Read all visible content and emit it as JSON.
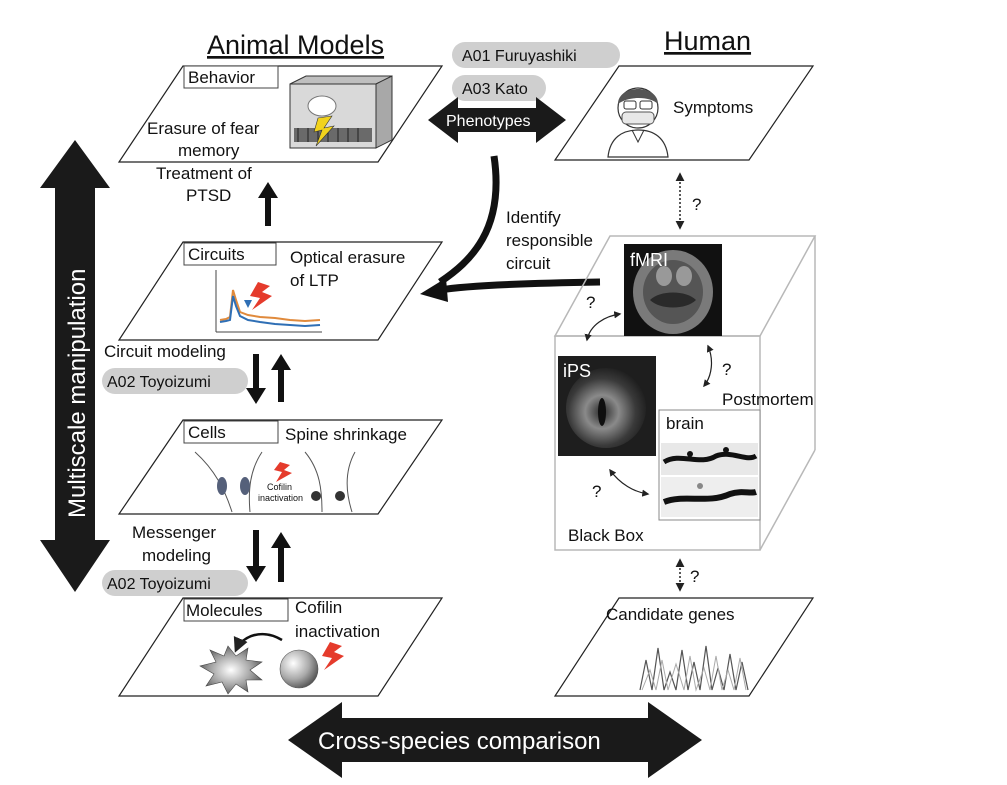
{
  "headers": {
    "animal_models": "Animal Models",
    "human": "Human"
  },
  "left_axis": {
    "label": "Multiscale manipulation"
  },
  "bottom_axis": {
    "label": "Cross-species comparison"
  },
  "animal_planes": {
    "behavior": {
      "title": "Behavior",
      "text_lines": [
        "Erasure of fear",
        "memory",
        "Treatment of",
        "PTSD"
      ]
    },
    "circuits": {
      "title": "Circuits",
      "text_lines": [
        "Optical erasure",
        "of LTP"
      ]
    },
    "cells": {
      "title": "Cells",
      "text_lines": [
        "Spine shrinkage"
      ],
      "inner_label_lines": [
        "Cofilin",
        "inactivation"
      ]
    },
    "molecules": {
      "title": "Molecules",
      "text_lines": [
        "Cofilin",
        "inactivation"
      ]
    }
  },
  "between_labels": {
    "circuit_modeling": "Circuit modeling",
    "messenger_modeling": [
      "Messenger",
      "modeling"
    ]
  },
  "pills": {
    "a01": "A01 Furuyashiki",
    "a03": "A03 Kato",
    "a02_upper": "A02 Toyoizumi",
    "a02_lower": "A02 Toyoizumi"
  },
  "phenotypes_arrow": {
    "label": "Phenotypes"
  },
  "identify": {
    "text_lines": [
      "Identify",
      "responsible",
      "circuit"
    ]
  },
  "human_planes": {
    "symptoms": "Symptoms",
    "candidate_genes": "Candidate genes"
  },
  "black_box": {
    "label": "Black Box",
    "fmri": "fMRI",
    "ips": "iPS",
    "postmortem_lines": [
      "Postmortem",
      "brain"
    ],
    "question_mark": "?"
  },
  "colors": {
    "arrow_black": "#1a1a1a",
    "pill_gray": "#cfcfcf",
    "box_gray": "#b8b8b8",
    "lightning_red": "#e53b2c",
    "trace_blue": "#2f6fb5",
    "trace_orange": "#e08a3c"
  }
}
